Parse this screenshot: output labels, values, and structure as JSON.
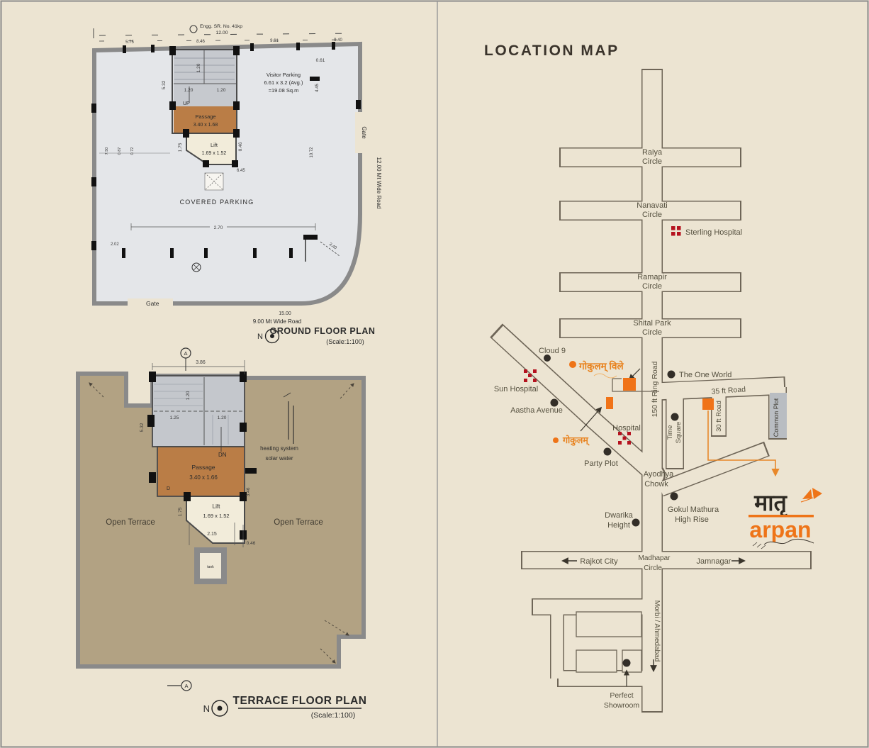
{
  "colors": {
    "background": "#ece4d2",
    "accent_orange": "#ee7418",
    "hospital_red": "#b5121f",
    "map_line": "#6e6557",
    "ground_fill": "#e4e6e9",
    "terrace_fill": "#b2a283",
    "stair_fill": "#c4c7cc",
    "passage_fill": "#ba7d46",
    "lift_fill": "#f2ecda",
    "wall_gray": "#8a8a8a",
    "common_plot_gray": "#b9bdc2"
  },
  "ground": {
    "title": "GROUND FLOOR PLAN",
    "scale": "(Scale:1:100)",
    "north": "N",
    "note1": "Engg. SR. No. 41kp",
    "note2": "12.00",
    "visitor1": "Visitor Parking",
    "visitor2": "6.61 x 3.2 (Avg.)",
    "visitor3": "=19.08 Sq.m",
    "covered_parking": "COVERED PARKING",
    "passage1": "Passage",
    "passage2": "3.40 x 1.68",
    "lift1": "Lift",
    "lift2": "1.69 x 1.52",
    "up": "UP",
    "gate_bottom": "Gate",
    "gate_right": "Gate",
    "road_right": "12.00 Mt Wide Road",
    "road_bottom": "9.00 Mt Wide Road",
    "road_bottom_dim": "15.00",
    "dim_575": "5.75",
    "dim_846": "8.46",
    "dim_961": "9.61",
    "dim_940": "9.40",
    "dim_061": "0.61",
    "dim_120l": "1.20",
    "dim_120r": "1.20",
    "dim_120v": "1.20",
    "dim_532": "5.32",
    "dim_175": "1.75",
    "dim_046": "0.46",
    "dim_645": "6.45",
    "dim_270": "2.70",
    "dim_202": "2.02",
    "dim_340": "3.40",
    "dim_750": "7.50",
    "dim_087": "0.87",
    "dim_072": "0.72",
    "dim_1072": "10.72",
    "dim_445": "4.45"
  },
  "terrace": {
    "title": "TERRACE FLOOR PLAN",
    "scale": "(Scale:1:100)",
    "north": "N",
    "section": "A",
    "open_left": "Open Terrace",
    "open_right": "Open Terrace",
    "passage1": "Passage",
    "passage2": "3.40 x 1.66",
    "lift1": "Lift",
    "lift2": "1.69 x 1.52",
    "dn": "DN",
    "door": "D",
    "tank": "tank",
    "solar1": "heating system",
    "solar2": "solar water",
    "dim_386": "3.86",
    "dim_120v": "1.20",
    "dim_125": "1.25",
    "dim_120": "1.20",
    "dim_532": "5.32",
    "dim_175": "1.75",
    "dim_346": "3.46",
    "dim_215": "2.15",
    "dim_046": "0.46"
  },
  "map": {
    "title": "LOCATION MAP",
    "raiya1": "Raiya",
    "raiya2": "Circle",
    "nanavati1": "Nanavati",
    "nanavati2": "Circle",
    "ramapir1": "Ramapir",
    "ramapir2": "Circle",
    "shital1": "Shital Park",
    "shital2": "Circle",
    "sterling": "Sterling Hospital",
    "cloud9": "Cloud 9",
    "sun_hospital": "Sun Hospital",
    "aastha": "Aastha Avenue",
    "gokulam_ville": "गोकुलम् विले",
    "gokulam": "गोकुलम्",
    "hospital": "Hospital",
    "party_plot": "Party Plot",
    "ring_road": "150 ft Ring Road",
    "time1": "Time",
    "time2": "Square",
    "one_world": "The One World",
    "road_35": "35 ft Road",
    "road_30": "30 ft Road",
    "common_plot": "Common Plot",
    "ayodhya1": "Ayodhya",
    "ayodhya2": "Chowk",
    "gokul1": "Gokul Mathura",
    "gokul2": "High Rise",
    "dwarika1": "Dwarika",
    "dwarika2": "Height",
    "madhapar1": "Madhapar",
    "madhapar2": "Circle",
    "rajkot": "Rajkot City",
    "jamnagar": "Jamnagar",
    "morbi": "Morbi / Ahmedabad",
    "perfect1": "Perfect",
    "perfect2": "Showroom",
    "logo_devanagari": "मातृ",
    "logo_latin": "arpan"
  }
}
